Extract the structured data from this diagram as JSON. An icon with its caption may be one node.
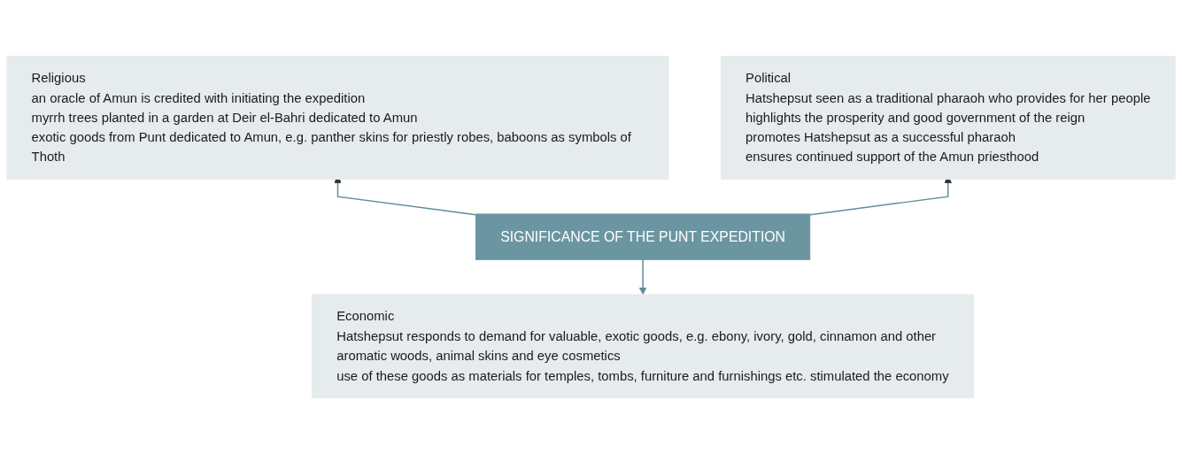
{
  "diagram": {
    "nodes": [
      {
        "text": [
          "Religious",
          "an oracle of Amun is credited with initiating the expedition",
          "myrrh trees planted in a garden at Deir el-Bahri dedicated to Amun",
          "exotic goods from Punt dedicated to Amun, e.g. panther skins for priestly robes, baboons as symbols of Thoth"
        ]
      },
      {
        "text": [
          "Political",
          "Hatshepsut seen as a traditional pharaoh who provides for her people",
          "highlights the prosperity and good government of the reign",
          "promotes Hatshepsut as a successful pharaoh",
          "ensures continued support of the Amun priesthood"
        ]
      },
      {
        "text": [
          "SIGNIFICANCE OF THE PUNT EXPEDITION"
        ]
      },
      {
        "text": [
          "Economic",
          "Hatshepsut responds to demand for valuable, exotic goods, e.g. ebony, ivory, gold, cinnamon and other aromatic woods, animal skins and eye cosmetics",
          "use of these goods as materials for temples, tombs, furniture and furnishings etc. stimulated the economy"
        ]
      }
    ],
    "edges": [
      {
        "from": 2,
        "to": 0,
        "arrow": "to"
      },
      {
        "from": 2,
        "to": 1,
        "arrow": "to"
      },
      {
        "from": 2,
        "to": 3,
        "arrow": "to"
      }
    ]
  }
}
